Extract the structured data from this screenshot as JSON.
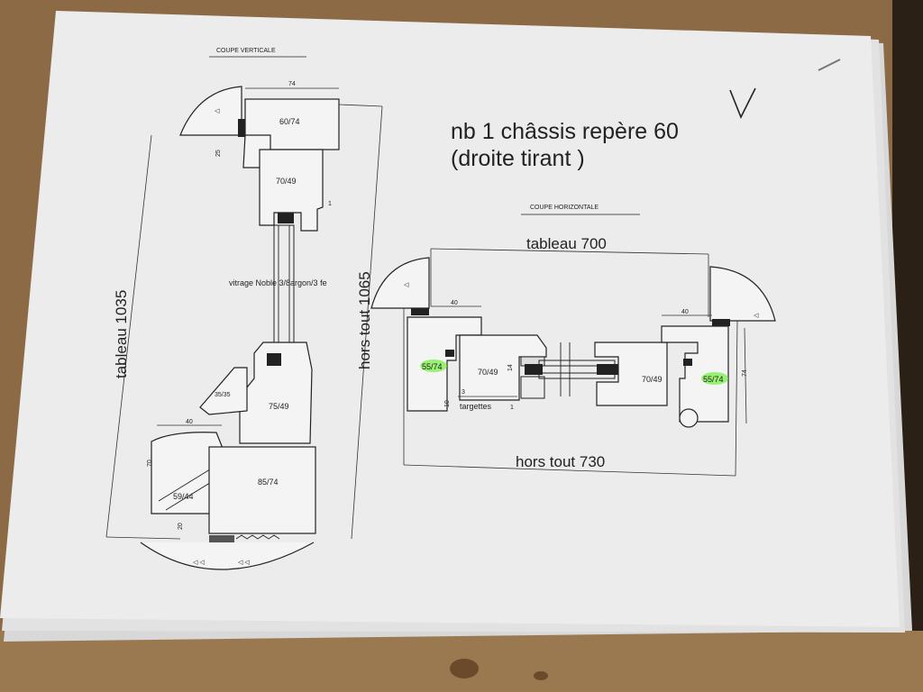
{
  "header": {
    "title_line1": "nb 1 châssis repère 60",
    "title_line2": "(droite tirant )",
    "check_mark": "V"
  },
  "vertical_section": {
    "section_title": "COUPE VERTICALE",
    "dim_top": "74",
    "profile_top": "60/74",
    "dim_25": "25",
    "profile_sash_top": "70/49",
    "dim_1": "1",
    "glazing": "vitrage Noble 3/8argon/3 fe",
    "profile_sash_bottom": "75/49",
    "angle": "35/35",
    "dim_40": "40",
    "dim_70": "70",
    "profile_sill": "59/44",
    "profile_bottom": "85/74",
    "dim_20": "20",
    "tableau": "tableau 1035",
    "hors_tout": "hors tout 1065"
  },
  "horizontal_section": {
    "section_title": "COUPE HORIZONTALE",
    "tableau": "tableau 700",
    "dim_40_left": "40",
    "dim_40_right": "40",
    "profile_left_frame": "55/74",
    "profile_left_sash": "70/49",
    "profile_right_sash": "70/49",
    "profile_right_frame": "55/74",
    "dim_14": "14",
    "dim_3": "3",
    "dim_10": "10",
    "targettes": "targettes",
    "dim_1": "1",
    "dim_74": "74",
    "hors_tout": "hors tout 730"
  },
  "colors": {
    "paper": "#ececec",
    "table": "#8c6a45",
    "highlight": "#7bf04a",
    "ink": "#222222"
  }
}
